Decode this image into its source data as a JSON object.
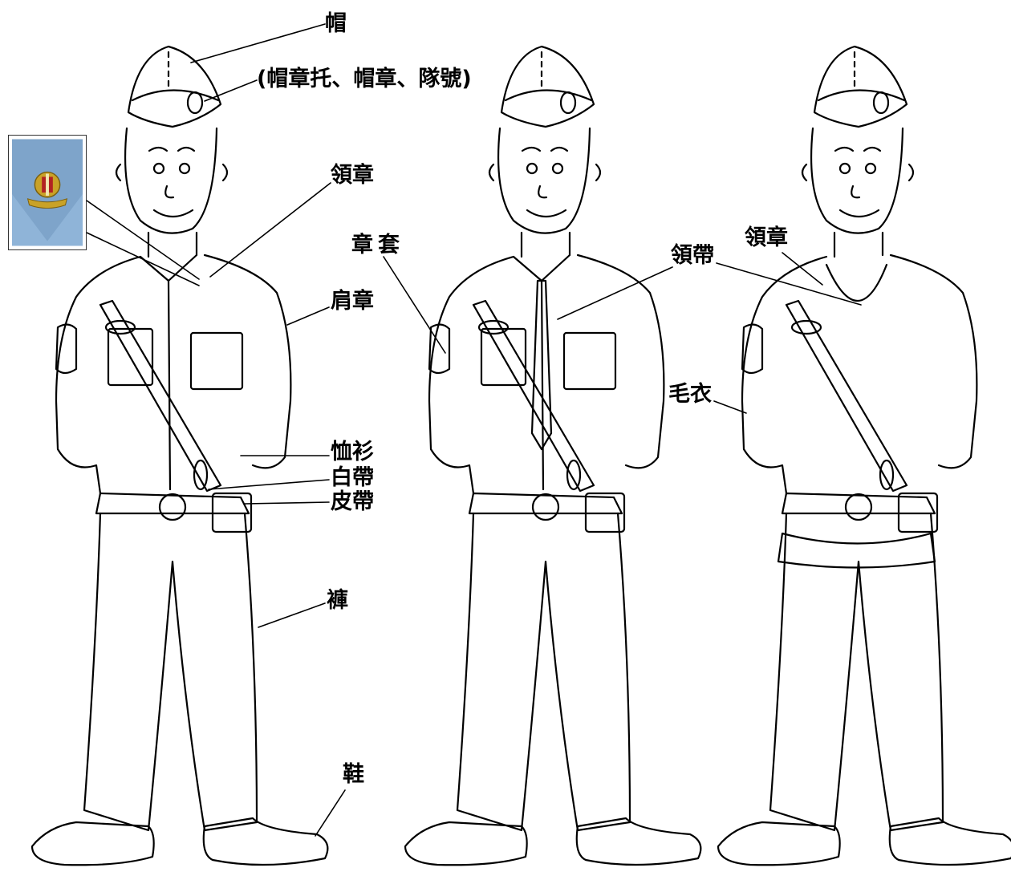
{
  "labels": {
    "hat": "帽",
    "hat_parts": "(帽章托、帽章、隊號)",
    "collar_badge_1": "領章",
    "badge_cover": "章套",
    "shoulder_badge": "肩章",
    "tie": "領帶",
    "collar_badge_2": "領章",
    "sweater": "毛衣",
    "shirt": "恤衫",
    "white_belt": "白帶",
    "leather_belt": "皮帶",
    "trousers": "褲",
    "shoes": "鞋"
  },
  "colors": {
    "line": "#000000",
    "photo_bg": "#8fb4d8",
    "badge_gold": "#c9a227",
    "badge_red": "#b22222"
  }
}
